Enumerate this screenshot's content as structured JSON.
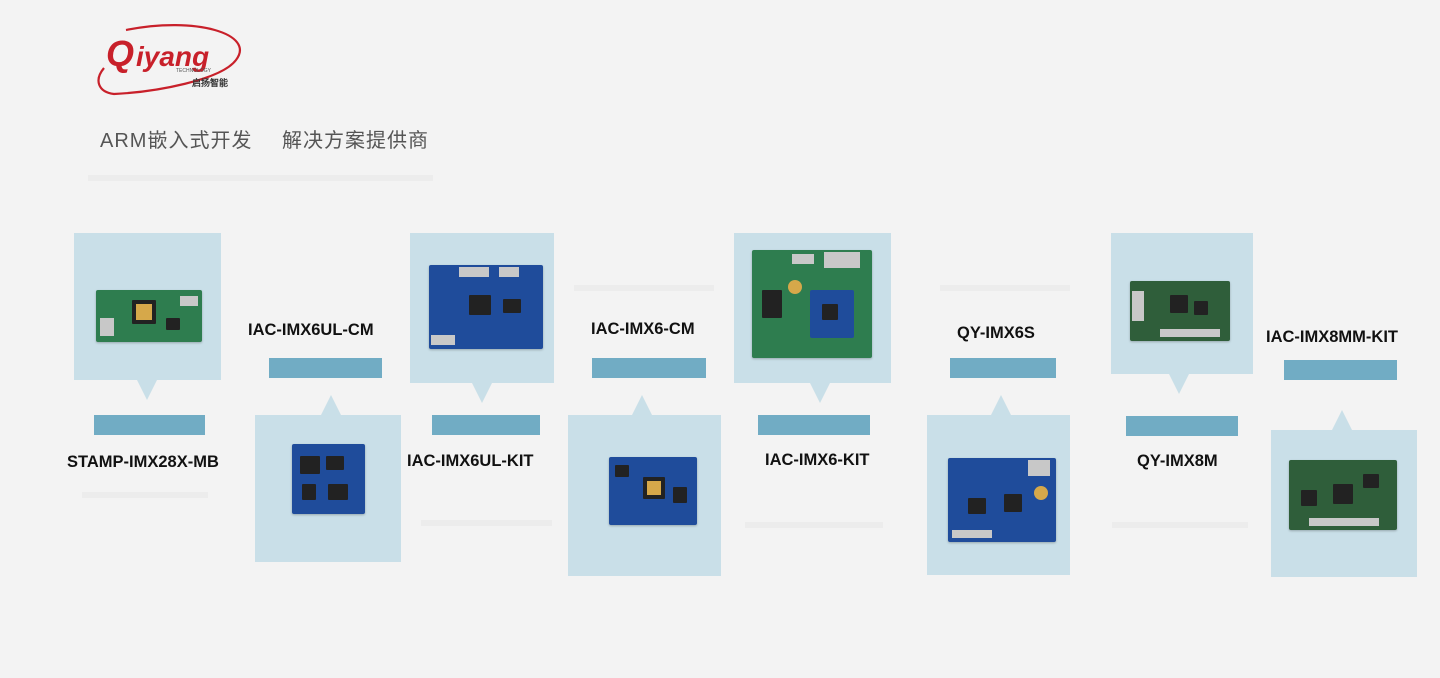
{
  "brand": {
    "logo_text": "Qiyang",
    "logo_sub": "TECHNOLOGY",
    "logo_cn": "启扬智能"
  },
  "tagline": {
    "part1": "ARM嵌入式开发",
    "part2": "解决方案提供商"
  },
  "products": [
    {
      "name": "STAMP-IMX28X-MB"
    },
    {
      "name": "IAC-IMX6UL-CM"
    },
    {
      "name": "IAC-IMX6UL-KIT"
    },
    {
      "name": "IAC-IMX6-CM"
    },
    {
      "name": "IAC-IMX6-KIT"
    },
    {
      "name": "QY-IMX6S"
    },
    {
      "name": "QY-IMX8M"
    },
    {
      "name": "IAC-IMX8MM-KIT"
    }
  ],
  "colors": {
    "card": "#c9dfe8",
    "bar": "#71acc4",
    "logo_red": "#c8202a",
    "background": "#f3f3f3"
  }
}
